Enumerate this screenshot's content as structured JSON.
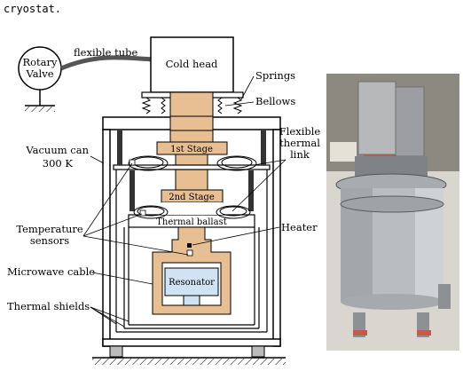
{
  "caption": "cryostat.",
  "diagram": {
    "rotary_valve": [
      "Rotary",
      "Valve"
    ],
    "flexible_tube": "flexible tube",
    "cold_head": "Cold head",
    "springs": "Springs",
    "bellows": "Bellows",
    "flexible_thermal_link": [
      "Flexible",
      "thermal",
      "link"
    ],
    "vacuum_can": [
      "Vacuum can",
      "300 K"
    ],
    "first_stage": "1st Stage",
    "second_stage": "2nd Stage",
    "thermal_ballast": "Thermal ballast",
    "heater": "Heater",
    "temperature_sensors": [
      "Temperature",
      "sensors"
    ],
    "microwave_cable": "Microwave cable",
    "resonator": "Resonator",
    "thermal_shields": "Thermal shields"
  },
  "colors": {
    "copper": "#E8BF92",
    "resonator_blue": "#CFE3F5",
    "line": "#000000"
  }
}
